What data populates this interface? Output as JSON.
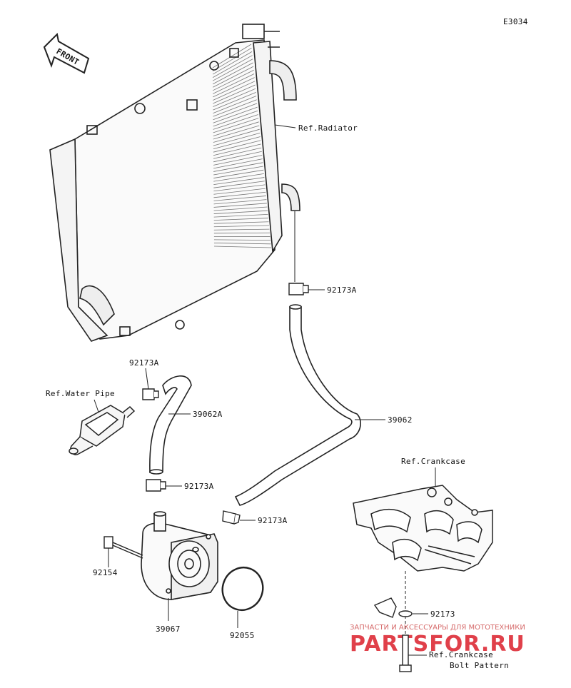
{
  "diagram_code": "E3034",
  "front_arrow": {
    "text": "FRONT",
    "icon": "front-arrow-icon"
  },
  "labels": {
    "ref_radiator": "Ref.Radiator",
    "ref_water_pipe": "Ref.Water Pipe",
    "ref_crankcase": "Ref.Crankcase",
    "ref_crankcase_bolt_pattern_line1": "Ref.Crankcase",
    "ref_crankcase_bolt_pattern_line2": "Bolt Pattern"
  },
  "part_numbers": {
    "clamp_upper_right": "92173A",
    "clamp_left_top": "92173A",
    "hose_left": "39062A",
    "hose_right": "39062",
    "clamp_left_bottom": "92173A",
    "clamp_cooler": "92173A",
    "bolt": "92154",
    "oil_cooler": "39067",
    "o_ring": "92055",
    "washer": "92173"
  },
  "watermark": {
    "line1": "ЗАПЧАСТИ И АКСЕССУАРЫ ДЛЯ МОТОТЕХНИКИ",
    "line2": "PARTSFOR.RU"
  },
  "colors": {
    "line": "#222222",
    "watermark": "#e0404a",
    "watermark_text": "#d66a6a"
  }
}
